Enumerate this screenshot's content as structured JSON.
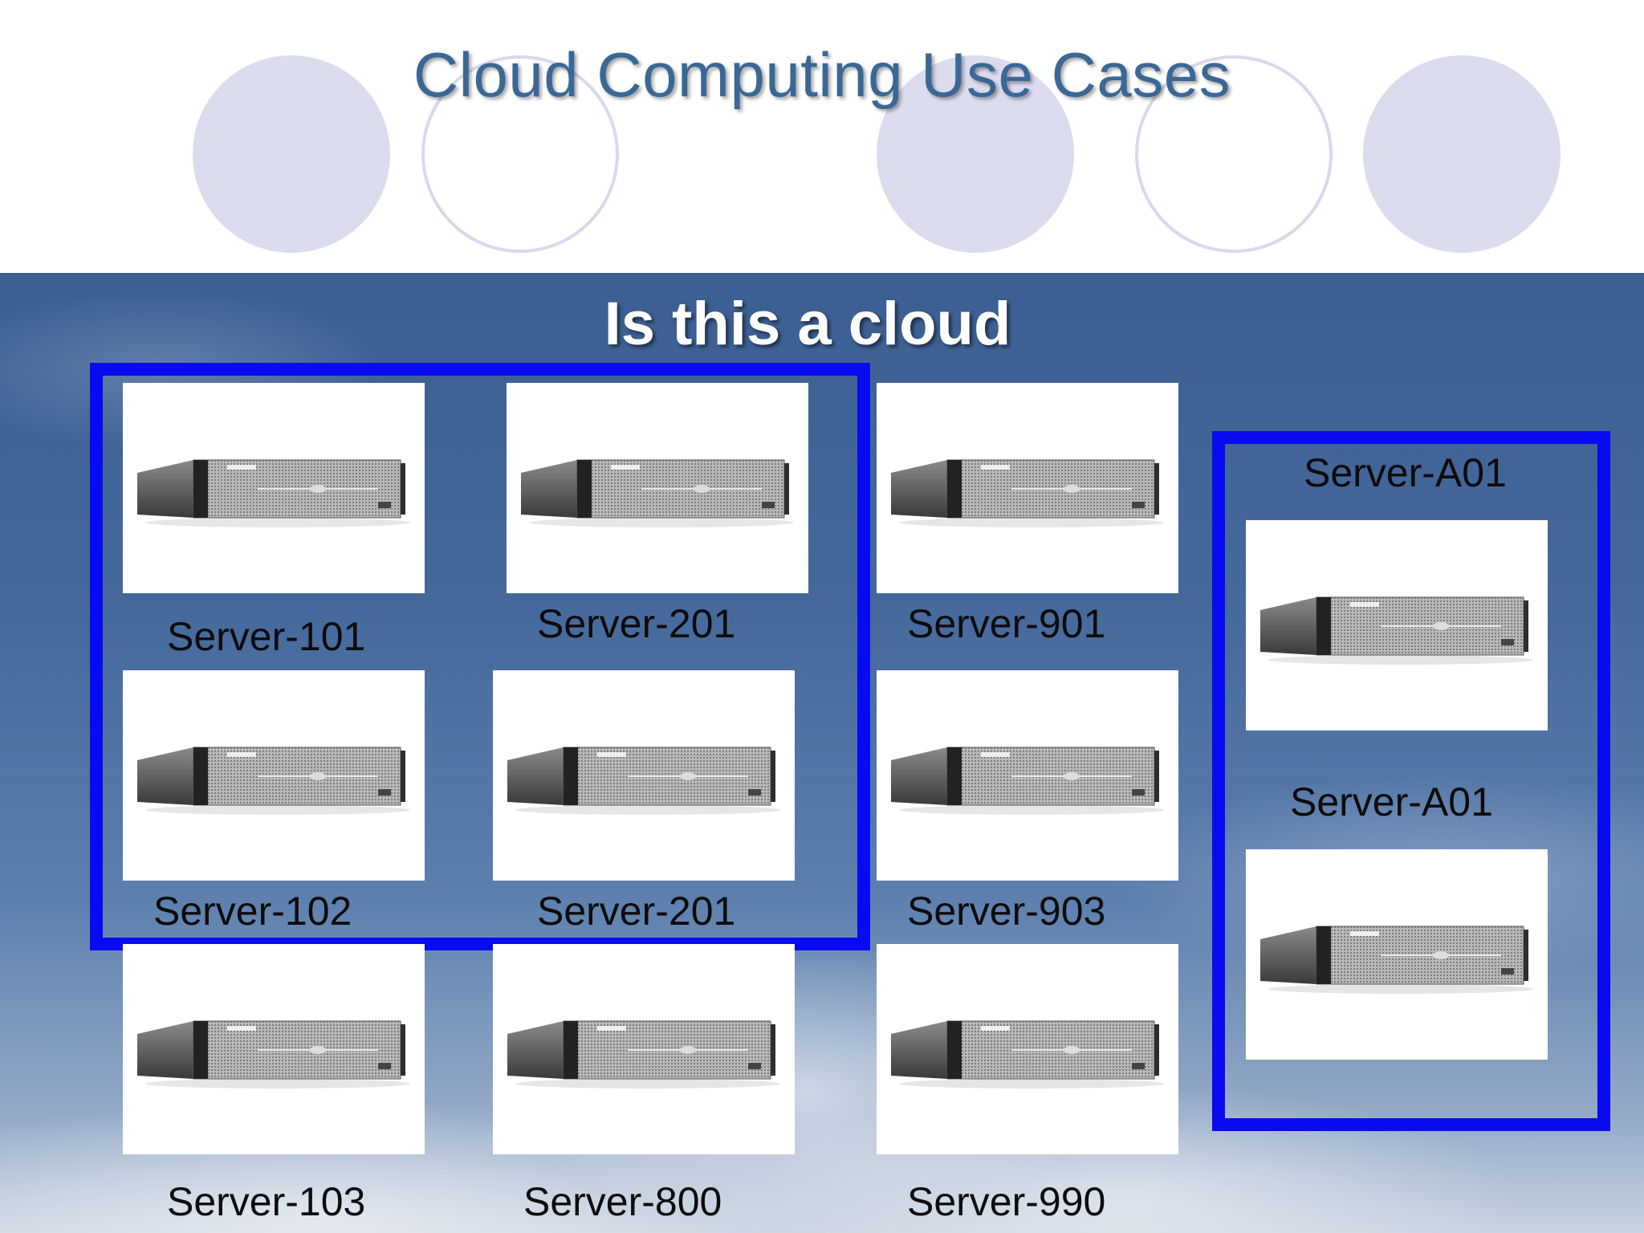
{
  "slide": {
    "title": "Cloud Computing Use Cases",
    "subtitle": "Is this a cloud"
  },
  "servers": {
    "s101": "Server-101",
    "s201a": "Server-201",
    "s901": "Server-901",
    "s102": "Server-102",
    "s201b": "Server-201",
    "s903": "Server-903",
    "s103": "Server-103",
    "s800": "Server-800",
    "s990": "Server-990",
    "a01_top": "Server-A01",
    "a01_bottom": "Server-A01"
  },
  "colors": {
    "title": "#3a6896",
    "frame": "#0a0af0",
    "circle": "#dcdcef"
  },
  "icons": {
    "server": "rack-server-icon"
  }
}
